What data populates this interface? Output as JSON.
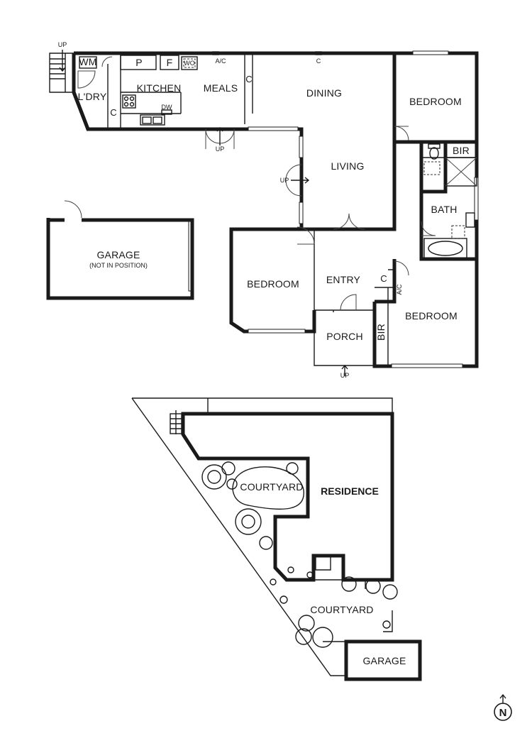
{
  "floor_plan": {
    "rooms": {
      "wm": "WM",
      "pantry": "P",
      "fridge": "F",
      "wall_oven": "WO",
      "ac_1": "A/C",
      "ac_2": "C",
      "laundry": "L'DRY",
      "kitchen": "KITCHEN",
      "meals": "MEALS",
      "dishwasher": "DW",
      "cupboard_laundry": "C",
      "cupboard_meals": "C",
      "dining": "DINING",
      "living": "LIVING",
      "bedroom_1": "BEDROOM",
      "bir_1": "BIR",
      "bath": "BATH",
      "bedroom_2": "BEDROOM",
      "entry": "ENTRY",
      "cupboard_entry": "C",
      "ac_3": "A/C",
      "porch": "PORCH",
      "bir_2": "BIR",
      "bedroom_3": "BEDROOM",
      "garage_title": "GARAGE",
      "garage_note": "(NOT IN POSITION)"
    },
    "up_labels": [
      "UP",
      "UP",
      "UP",
      "UP"
    ]
  },
  "site_plan": {
    "courtyard_1": "COURTYARD",
    "residence": "RESIDENCE",
    "courtyard_2": "COURTYARD",
    "garage": "GARAGE"
  },
  "compass": {
    "letter": "N"
  }
}
